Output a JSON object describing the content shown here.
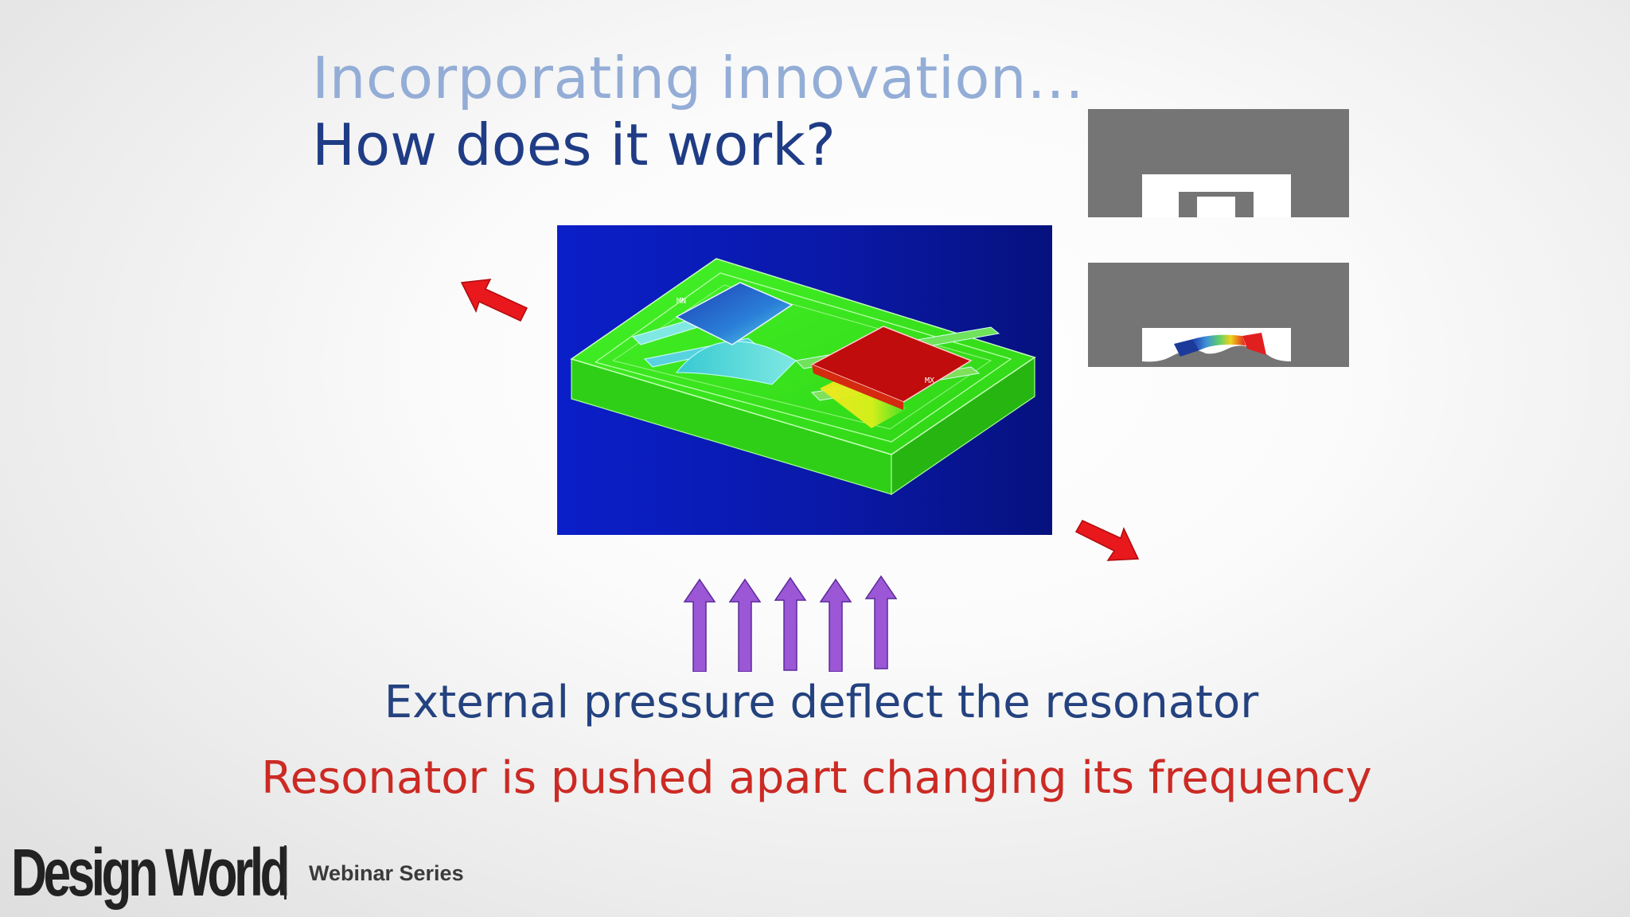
{
  "slide": {
    "title_line1": "Incorporating innovation…",
    "title_line2": "How does it work?",
    "caption_pressure": "External pressure deflect the resonator",
    "caption_frequency": "Resonator is pushed apart changing its frequency",
    "fea_labels": {
      "min": "MN",
      "max": "MX"
    }
  },
  "footer": {
    "logo_text": "Design World",
    "series_label": "Webinar Series"
  },
  "colors": {
    "title_light": "#93add6",
    "title_dark": "#1f3c85",
    "caption_blue": "#24427f",
    "caption_red": "#cc2a24",
    "arrow_red": "#e8181c",
    "arrow_purple": "#9b57d6",
    "section_gray": "#757575"
  },
  "icons": {
    "outward_arrows": "red-arrow-icon",
    "pressure_arrows": "purple-up-arrow-icon"
  }
}
